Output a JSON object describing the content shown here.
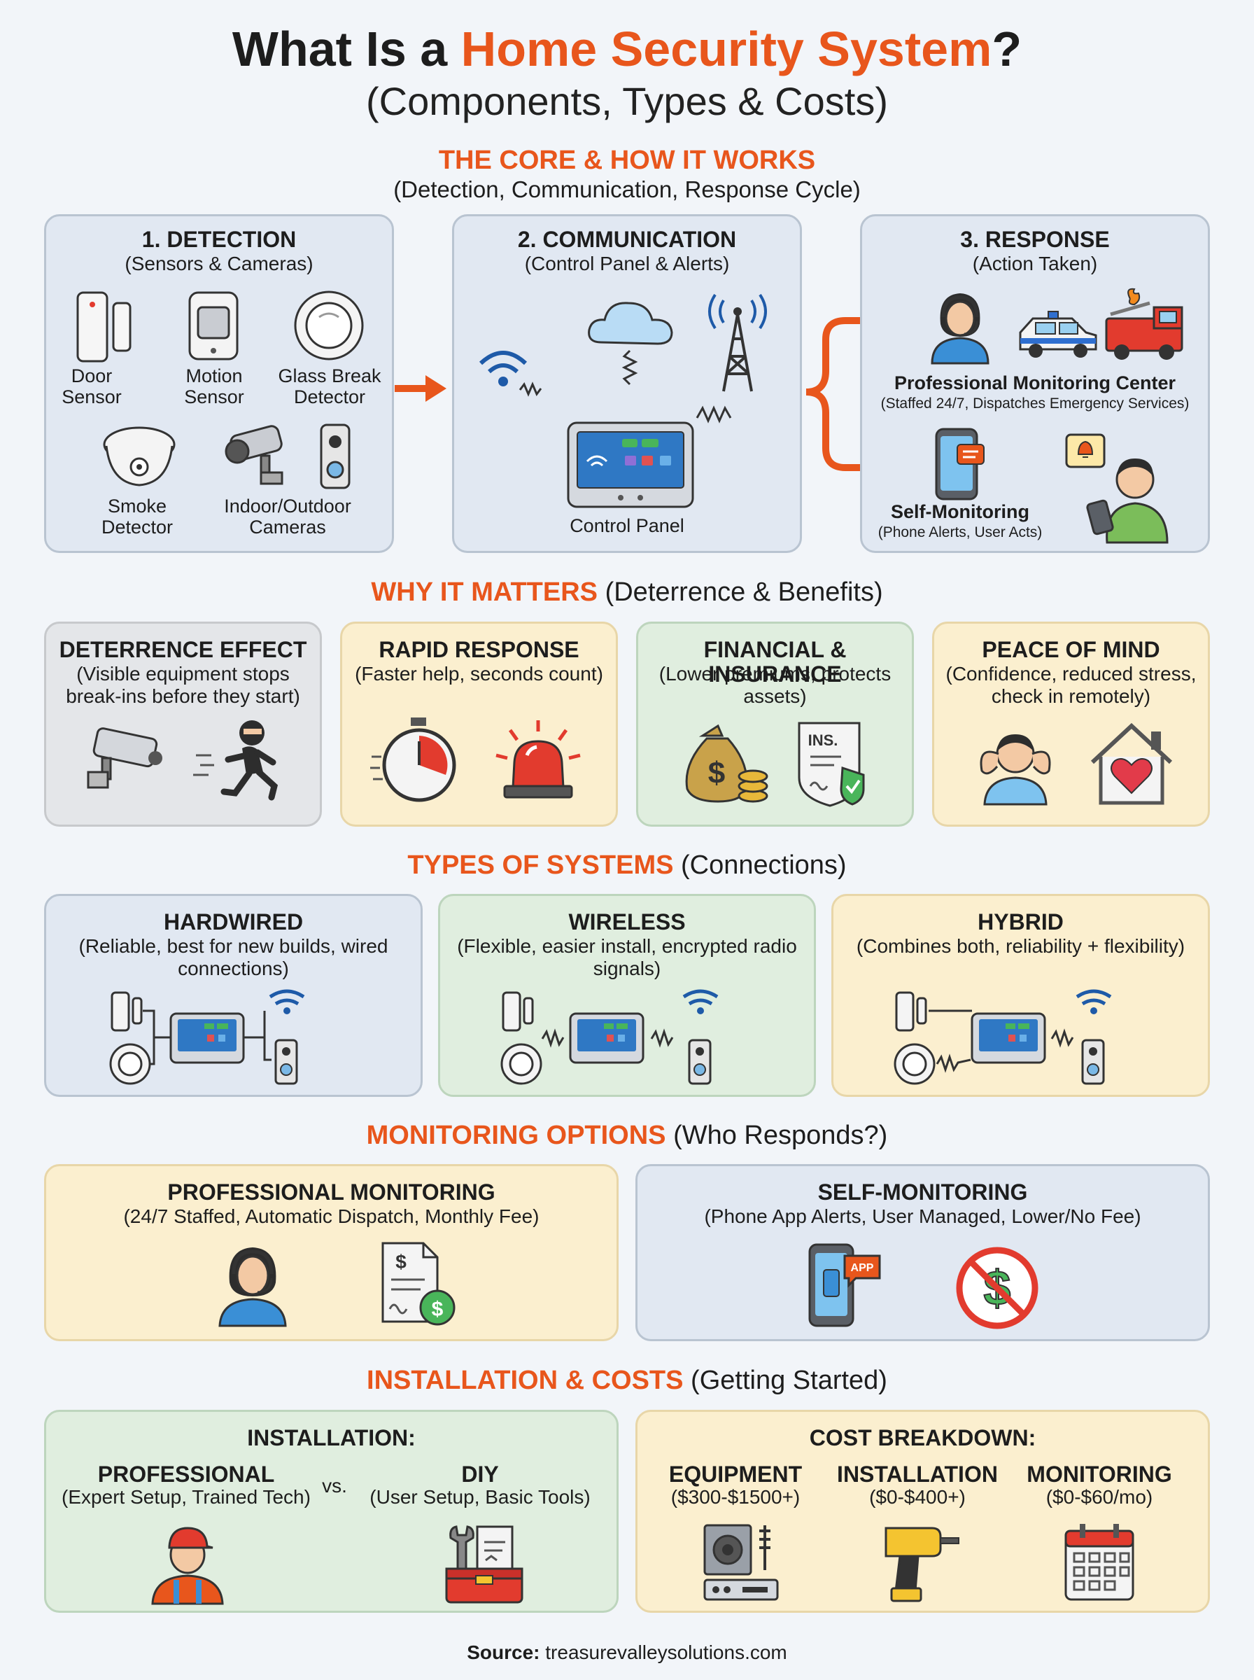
{
  "title": {
    "main": "What Is a ",
    "accent": "Home Security System",
    "end": "?"
  },
  "subtitle": "(Components, Types & Costs)",
  "core": {
    "heading": "THE CORE & HOW IT WORKS",
    "subheading": "(Detection, Communication, Response Cycle)",
    "detection": {
      "title": "1. DETECTION",
      "sub": "(Sensors & Cameras)",
      "items": [
        "Door Sensor",
        "Motion Sensor",
        "Glass Break Detector",
        "Smoke Detector",
        "Indoor/Outdoor Cameras"
      ]
    },
    "communication": {
      "title": "2. COMMUNICATION",
      "sub": "(Control Panel & Alerts)",
      "panel_label": "Control Panel"
    },
    "response": {
      "title": "3. RESPONSE",
      "sub": "(Action Taken)",
      "pro_title": "Professional Monitoring Center",
      "pro_sub": "(Staffed 24/7, Dispatches Emergency Services)",
      "self_title": "Self-Monitoring",
      "self_sub": "(Phone Alerts, User Acts)"
    }
  },
  "why": {
    "heading_accent": "WHY IT MATTERS",
    "heading_rest": " (Deterrence & Benefits)",
    "cards": [
      {
        "title": "DETERRENCE EFFECT",
        "sub": "(Visible equipment stops break-ins before they start)"
      },
      {
        "title": "RAPID RESPONSE",
        "sub": "(Faster help, seconds count)"
      },
      {
        "title": "FINANCIAL & INSURANCE",
        "sub": "(Lower premiums, protects assets)",
        "badge": "INS."
      },
      {
        "title": "PEACE OF MIND",
        "sub": "(Confidence, reduced stress, check in remotely)"
      }
    ]
  },
  "types": {
    "heading_accent": "TYPES OF SYSTEMS",
    "heading_rest": " (Connections)",
    "cards": [
      {
        "title": "HARDWIRED",
        "sub": "(Reliable, best for new builds, wired connections)"
      },
      {
        "title": "WIRELESS",
        "sub": "(Flexible, easier install, encrypted radio signals)"
      },
      {
        "title": "HYBRID",
        "sub": "(Combines both, reliability + flexibility)"
      }
    ]
  },
  "monitoring": {
    "heading_accent": "MONITORING OPTIONS",
    "heading_rest": " (Who Responds?)",
    "pro": {
      "title": "PROFESSIONAL MONITORING",
      "sub": "(24/7 Staffed, Automatic Dispatch, Monthly Fee)"
    },
    "self": {
      "title": "SELF-MONITORING",
      "sub": "(Phone App Alerts, User Managed, Lower/No Fee)",
      "app_badge": "APP"
    }
  },
  "install": {
    "heading_accent": "INSTALLATION & COSTS",
    "heading_rest": " (Getting Started)",
    "installation": {
      "title": "INSTALLATION:",
      "pro_title": "PROFESSIONAL",
      "pro_sub": "(Expert Setup, Trained Tech)",
      "vs": "vs.",
      "diy_title": "DIY",
      "diy_sub": "(User Setup, Basic Tools)"
    },
    "cost": {
      "title": "COST BREAKDOWN:",
      "items": [
        {
          "title": "EQUIPMENT",
          "value": "($300-$1500+)"
        },
        {
          "title": "INSTALLATION",
          "value": "($0-$400+)"
        },
        {
          "title": "MONITORING",
          "value": "($0-$60/mo)"
        }
      ]
    }
  },
  "source": {
    "label": "Source:",
    "value": " treasurevalleysolutions.com"
  },
  "colors": {
    "accent": "#e8561c",
    "blue_card": "#e1e8f2",
    "yellow_card": "#fbefcf",
    "green_card": "#e0eedf",
    "grey_card": "#e4e6e9"
  }
}
